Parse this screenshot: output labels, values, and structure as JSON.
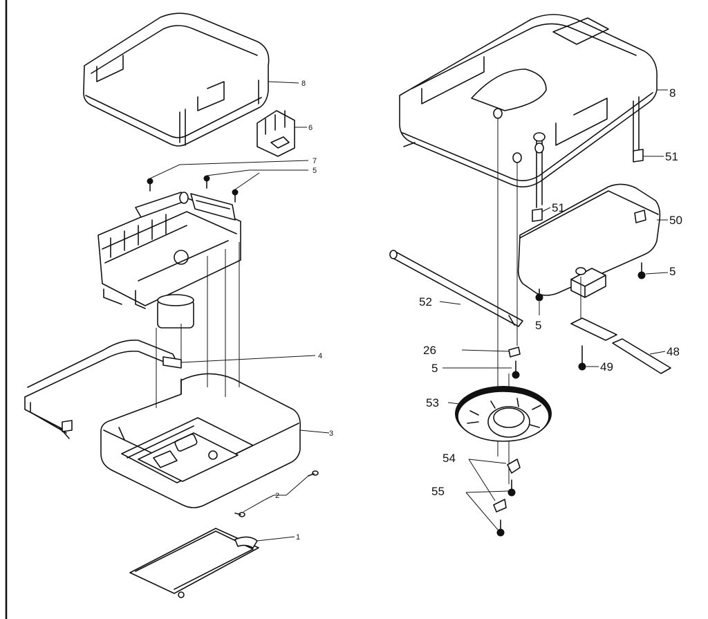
{
  "left_callouts": {
    "c8": "8",
    "c6": "6",
    "c7": "7",
    "c5": "5",
    "c4": "4",
    "c3": "3",
    "c2": "2",
    "c1": "1"
  },
  "right_callouts": {
    "c8": "8",
    "c51a": "51",
    "c51b": "51",
    "c50": "50",
    "c5a": "5",
    "c52": "52",
    "c5b": "5",
    "c26": "26",
    "c5c": "5",
    "c48": "48",
    "c49": "49",
    "c53": "53",
    "c54": "54",
    "c55": "55"
  }
}
